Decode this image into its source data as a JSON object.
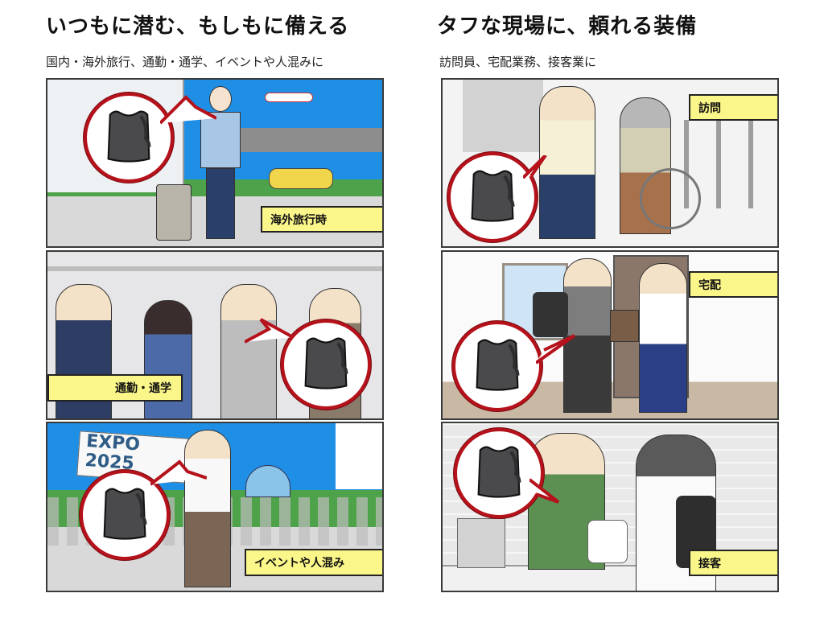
{
  "left": {
    "title": "いつもに潜む、もしもに備える",
    "subtitle": "国内・海外旅行、通勤・通学、イベントや人混みに",
    "panels": [
      {
        "label": "海外旅行時",
        "scene": "airport-traveler-with-suitcase"
      },
      {
        "label": "通勤・通学",
        "scene": "crowded-train-commuters"
      },
      {
        "label": "イベントや人混み",
        "scene": "expo-2025-crowd"
      }
    ],
    "expo_sign": [
      "EXPO",
      "2025"
    ]
  },
  "right": {
    "title": "タフな現場に、頼れる装備",
    "subtitle": "訪問員、宅配業務、接客業に",
    "panels": [
      {
        "label": "訪問",
        "scene": "caregiver-visiting-elderly-in-wheelchair"
      },
      {
        "label": "宅配",
        "scene": "delivery-worker-handing-package"
      },
      {
        "label": "接客",
        "scene": "store-clerk-serving-customer"
      }
    ]
  },
  "icons": {
    "vest": "protective-vest-icon"
  },
  "colors": {
    "label_bg": "#fbf68a",
    "bubble_border": "#b5121b",
    "vest": "#4a4a4c",
    "sky": "#1f8fe6",
    "panel_border": "#3a3a3a"
  }
}
